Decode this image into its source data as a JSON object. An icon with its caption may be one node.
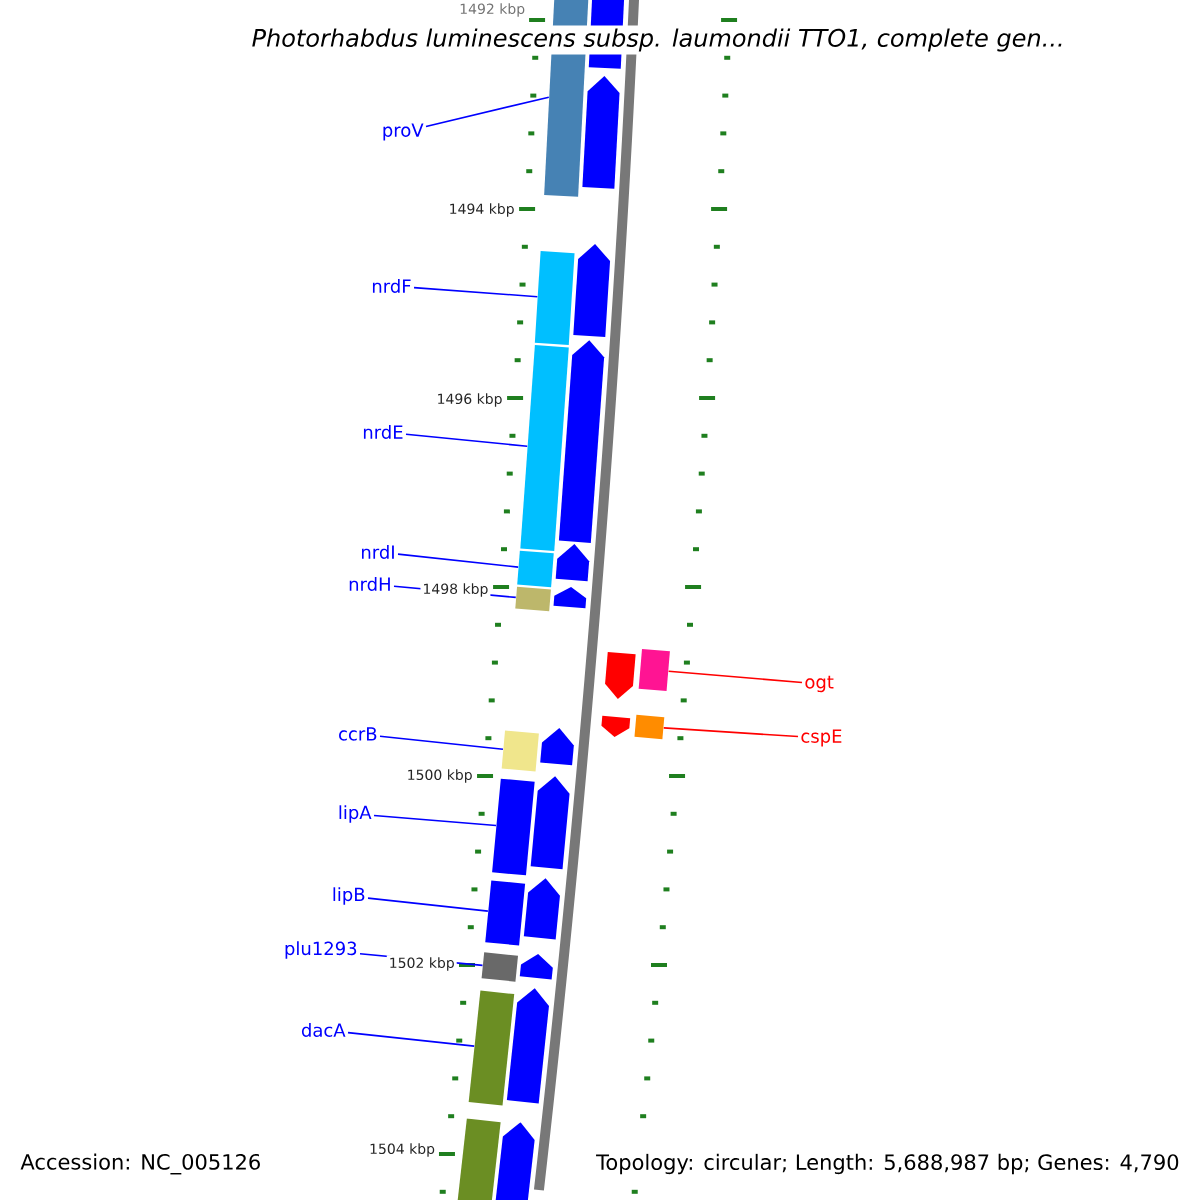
{
  "diagram": {
    "title": "Photorhabdus luminescens subsp. laumondii TTO1, complete gen...",
    "nodes": [
      {
        "text": [
          "proV"
        ]
      },
      {
        "text": [
          "nrdF"
        ]
      },
      {
        "text": [
          "nrdE"
        ]
      },
      {
        "text": [
          "nrdI"
        ]
      },
      {
        "text": [
          "nrdH"
        ]
      },
      {
        "text": [
          "ogt"
        ]
      },
      {
        "text": [
          "cspE"
        ]
      },
      {
        "text": [
          "ccrB"
        ]
      },
      {
        "text": [
          "lipA"
        ]
      },
      {
        "text": [
          "lipB"
        ]
      },
      {
        "text": [
          "plu1293"
        ]
      },
      {
        "text": [
          "dacA"
        ]
      },
      {
        "text": [],
        "shape": "bar"
      },
      {
        "text": [],
        "shape": "bar"
      },
      {
        "text": [],
        "shape": "bar"
      },
      {
        "text": [],
        "shape": "bar"
      },
      {
        "text": [],
        "shape": "bar"
      },
      {
        "text": [],
        "shape": "bar"
      },
      {
        "text": [],
        "shape": "bar"
      },
      {
        "text": [],
        "shape": "bar"
      },
      {
        "text": [],
        "shape": "bar"
      },
      {
        "text": [],
        "shape": "bar"
      },
      {
        "text": [],
        "shape": "bar"
      },
      {
        "text": [],
        "shape": "bar"
      },
      {
        "text": [],
        "shape": "bar"
      },
      {
        "text": [],
        "shape": "pentagon"
      },
      {
        "text": [],
        "shape": "pentagon"
      },
      {
        "text": [],
        "shape": "pentagon"
      },
      {
        "text": [],
        "shape": "pentagon"
      },
      {
        "text": [],
        "shape": "pentagon"
      },
      {
        "text": [],
        "shape": "pentagon"
      },
      {
        "text": [],
        "shape": "pentagon"
      },
      {
        "text": [],
        "shape": "pentagon"
      },
      {
        "text": [],
        "shape": "pentagon"
      },
      {
        "text": [],
        "shape": "pentagon"
      },
      {
        "text": [],
        "shape": "pentagon"
      },
      {
        "text": [],
        "shape": "pentagon"
      },
      {
        "text": [],
        "shape": "pentagon"
      },
      {
        "text": [],
        "shape": "pentagon"
      }
    ],
    "edges": [
      {
        "from": 0,
        "to": 12,
        "arrow": "none"
      },
      {
        "from": 1,
        "to": 13,
        "arrow": "none"
      },
      {
        "from": 2,
        "to": 14,
        "arrow": "none"
      },
      {
        "from": 3,
        "to": 15,
        "arrow": "none"
      },
      {
        "from": 4,
        "to": 16,
        "arrow": "none"
      },
      {
        "from": 5,
        "to": 17,
        "arrow": "none",
        "color": "#ff0000"
      },
      {
        "from": 6,
        "to": 18,
        "arrow": "none",
        "color": "#ff0000"
      },
      {
        "from": 7,
        "to": 19,
        "arrow": "none"
      },
      {
        "from": 8,
        "to": 20,
        "arrow": "none"
      },
      {
        "from": 9,
        "to": 21,
        "arrow": "none"
      },
      {
        "from": 10,
        "to": 22,
        "arrow": "none"
      },
      {
        "from": 11,
        "to": 23,
        "arrow": "none"
      }
    ],
    "labels": [
      "1492 kbp",
      "1494 kbp",
      "1496 kbp",
      "1498 kbp",
      "1500 kbp",
      "1502 kbp",
      "1504 kbp",
      "Accession: NC_005126",
      "Topology: circular; Length: 5,688,987 bp; Genes: 4,790"
    ]
  }
}
